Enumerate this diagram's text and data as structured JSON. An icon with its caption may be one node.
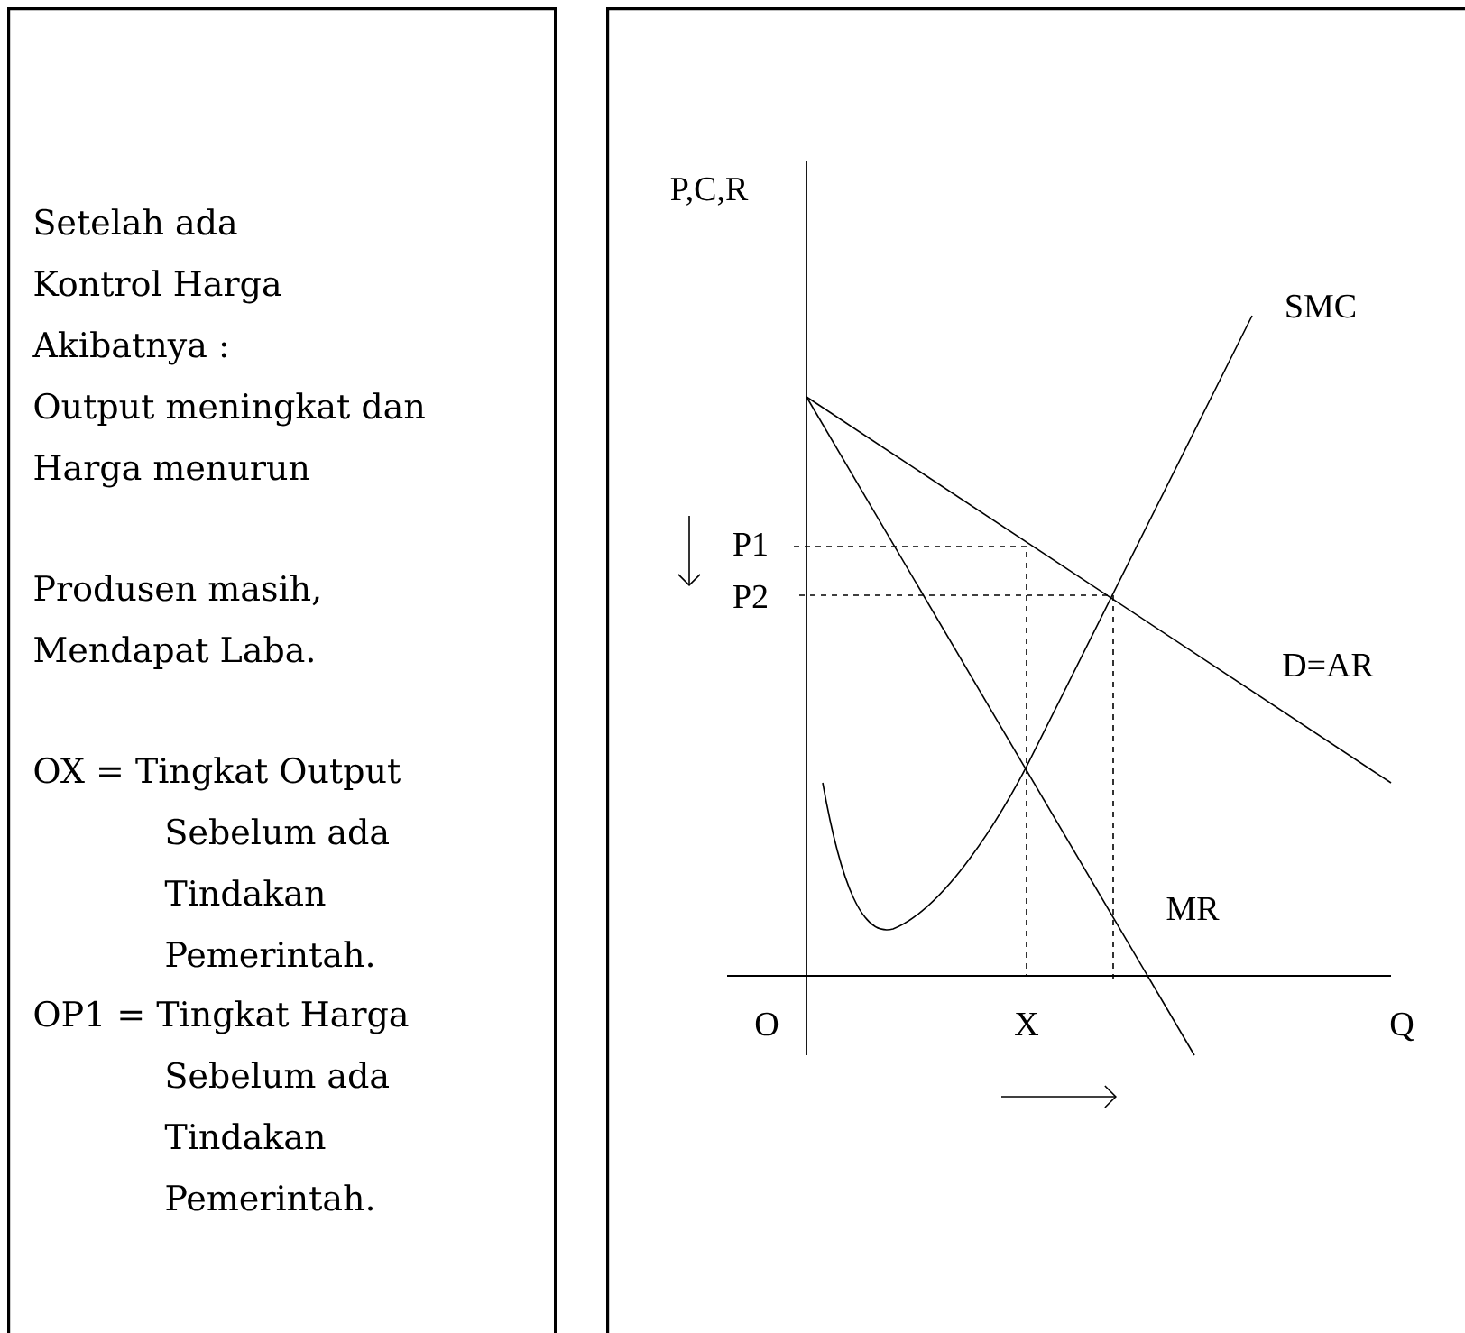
{
  "diagram": {
    "nodes": [
      {
        "text": [
          "Setelah ada",
          "Kontrol Harga",
          "Akibatnya :",
          "Output meningkat dan",
          "Harga menurun",
          "Produsen masih,",
          "Mendapat Laba.",
          "OX  = Tingkat Output",
          "Sebelum ada",
          "Tindakan",
          "Pemerintah.",
          "OP1 = Tingkat Harga",
          "Sebelum ada",
          "Tindakan",
          "Pemerintah."
        ]
      },
      {
        "text": [],
        "shape": "box"
      }
    ],
    "labels": [
      "P,C,R",
      "SMC",
      "P1",
      "P2",
      "D=AR",
      "MR",
      "O",
      "X",
      "Q"
    ]
  }
}
